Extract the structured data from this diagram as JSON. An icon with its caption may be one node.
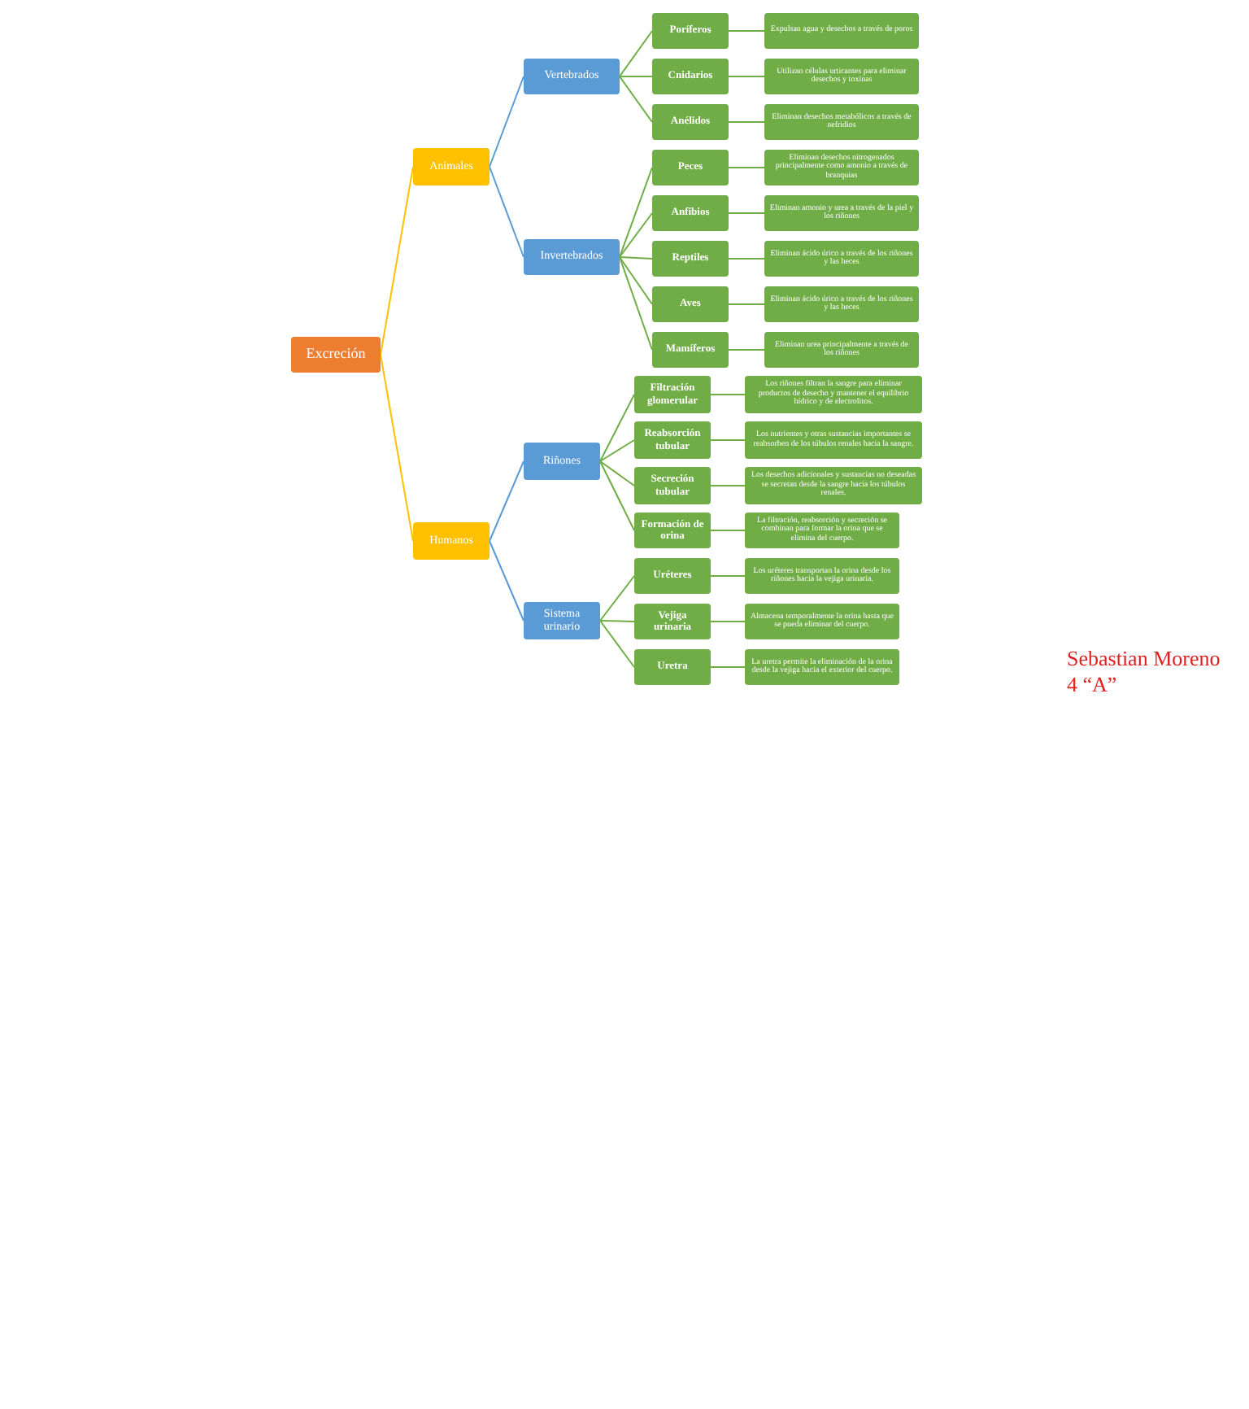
{
  "diagram": {
    "nodes": [
      {
        "text": [
          "Excreción"
        ]
      },
      {
        "text": [
          "Animales"
        ]
      },
      {
        "text": [
          "Humanos"
        ]
      },
      {
        "text": [
          "Vertebrados"
        ]
      },
      {
        "text": [
          "Invertebrados"
        ]
      },
      {
        "text": [
          "Riñones"
        ]
      },
      {
        "text": [
          "Sistema urinario"
        ]
      },
      {
        "text": [
          "Poríferos"
        ]
      },
      {
        "text": [
          "Cnidarios"
        ]
      },
      {
        "text": [
          "Anélidos"
        ]
      },
      {
        "text": [
          "Peces"
        ]
      },
      {
        "text": [
          "Anfibios"
        ]
      },
      {
        "text": [
          "Reptiles"
        ]
      },
      {
        "text": [
          "Aves"
        ]
      },
      {
        "text": [
          "Mamíferos"
        ]
      },
      {
        "text": [
          "Filtración glomerular"
        ]
      },
      {
        "text": [
          "Reabsorción tubular"
        ]
      },
      {
        "text": [
          "Secreción tubular"
        ]
      },
      {
        "text": [
          "Formación de orina"
        ]
      },
      {
        "text": [
          "Uréteres"
        ]
      },
      {
        "text": [
          "Vejiga urinaria"
        ]
      },
      {
        "text": [
          "Uretra"
        ]
      },
      {
        "text": [
          "Expulsan agua y desechos a través de poros"
        ]
      },
      {
        "text": [
          "Utilizan células urticantes para eliminar desechos y toxinas"
        ]
      },
      {
        "text": [
          "Eliminan desechos metabólicos a través de nefridios"
        ]
      },
      {
        "text": [
          "Eliminan desechos nitrogenados principalmente como amonio a través de branquias"
        ]
      },
      {
        "text": [
          "Eliminan amonio y urea a través de la piel y los riñones"
        ]
      },
      {
        "text": [
          "Eliminan ácido úrico a través de los riñones y las heces"
        ]
      },
      {
        "text": [
          "Eliminan ácido úrico a través de los riñones y las heces"
        ]
      },
      {
        "text": [
          "Eliminan urea principalmente a través de los riñones"
        ]
      },
      {
        "text": [
          "Los riñones filtran la sangre para eliminar productos de desecho y mantener el equilibrio hídrico y de electrolitos."
        ]
      },
      {
        "text": [
          "Los nutrientes y otras sustancias importantes se reabsorben de los túbulos renales hacia la sangre."
        ]
      },
      {
        "text": [
          "Los desechos adicionales y sustancias no deseadas se secretan desde la sangre hacia los túbulos renales."
        ]
      },
      {
        "text": [
          "La filtración, reabsorción y secreción se combinan para formar la orina que se elimina del cuerpo."
        ]
      },
      {
        "text": [
          "Los uréteres transportan la orina desde los riñones hacia la vejiga urinaria."
        ]
      },
      {
        "text": [
          "Almacena temporalmente la orina hasta que se pueda eliminar del cuerpo."
        ]
      },
      {
        "text": [
          "La uretra permite la eliminación de la orina desde la vejiga hacia el exterior del cuerpo."
        ]
      }
    ],
    "edges": [
      {
        "from": 0,
        "to": 1,
        "arrow": "none",
        "color": "#ffc000"
      },
      {
        "from": 0,
        "to": 2,
        "arrow": "none",
        "color": "#ffc000"
      },
      {
        "from": 1,
        "to": 3,
        "arrow": "none",
        "color": "#5b9bd5"
      },
      {
        "from": 1,
        "to": 4,
        "arrow": "none",
        "color": "#5b9bd5"
      },
      {
        "from": 2,
        "to": 5,
        "arrow": "none",
        "color": "#5b9bd5"
      },
      {
        "from": 2,
        "to": 6,
        "arrow": "none",
        "color": "#5b9bd5"
      },
      {
        "from": 3,
        "to": 7,
        "arrow": "none"
      },
      {
        "from": 3,
        "to": 8,
        "arrow": "none"
      },
      {
        "from": 3,
        "to": 9,
        "arrow": "none"
      },
      {
        "from": 4,
        "to": 10,
        "arrow": "none"
      },
      {
        "from": 4,
        "to": 11,
        "arrow": "none"
      },
      {
        "from": 4,
        "to": 12,
        "arrow": "none"
      },
      {
        "from": 4,
        "to": 13,
        "arrow": "none"
      },
      {
        "from": 4,
        "to": 14,
        "arrow": "none"
      },
      {
        "from": 5,
        "to": 15,
        "arrow": "none"
      },
      {
        "from": 5,
        "to": 16,
        "arrow": "none"
      },
      {
        "from": 5,
        "to": 17,
        "arrow": "none"
      },
      {
        "from": 5,
        "to": 18,
        "arrow": "none"
      },
      {
        "from": 6,
        "to": 19,
        "arrow": "none"
      },
      {
        "from": 6,
        "to": 20,
        "arrow": "none"
      },
      {
        "from": 6,
        "to": 21,
        "arrow": "none"
      },
      {
        "from": 7,
        "to": 22,
        "arrow": "none"
      },
      {
        "from": 8,
        "to": 23,
        "arrow": "none"
      },
      {
        "from": 9,
        "to": 24,
        "arrow": "none"
      },
      {
        "from": 10,
        "to": 25,
        "arrow": "none"
      },
      {
        "from": 11,
        "to": 26,
        "arrow": "none"
      },
      {
        "from": 12,
        "to": 27,
        "arrow": "none"
      },
      {
        "from": 13,
        "to": 28,
        "arrow": "none"
      },
      {
        "from": 14,
        "to": 29,
        "arrow": "none"
      },
      {
        "from": 15,
        "to": 30,
        "arrow": "none"
      },
      {
        "from": 16,
        "to": 31,
        "arrow": "none"
      },
      {
        "from": 17,
        "to": 32,
        "arrow": "none"
      },
      {
        "from": 18,
        "to": 33,
        "arrow": "none"
      },
      {
        "from": 19,
        "to": 34,
        "arrow": "none"
      },
      {
        "from": 20,
        "to": 35,
        "arrow": "none"
      },
      {
        "from": 21,
        "to": 36,
        "arrow": "none"
      }
    ],
    "labels": [
      "Sebastian Moreno",
      "4 “A”"
    ]
  }
}
